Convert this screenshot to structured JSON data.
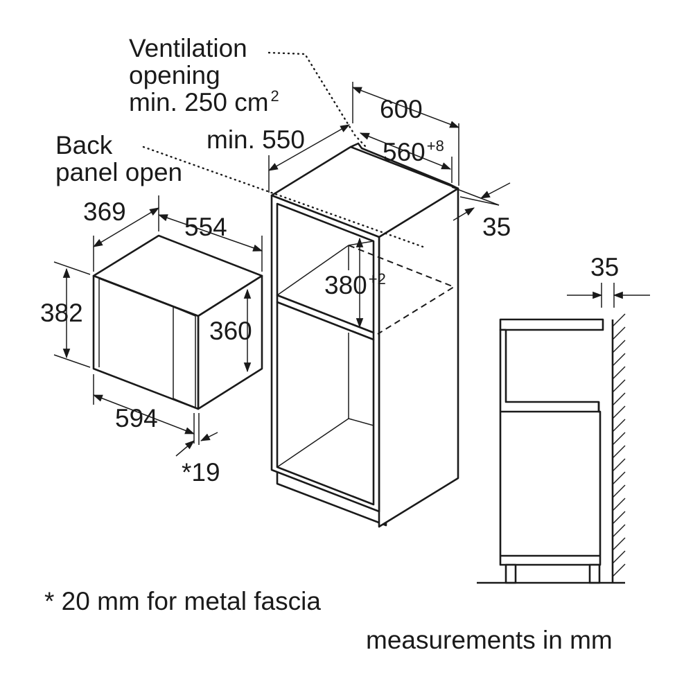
{
  "labels": {
    "ventilation_line1": "Ventilation",
    "ventilation_line2": "opening",
    "ventilation_line3": "min. 250 cm",
    "ventilation_sup": "2",
    "back_panel_line1": "Back",
    "back_panel_line2": "panel open",
    "min_depth": "min. 550",
    "width_600": "600",
    "inner_width": "560",
    "inner_width_tol": "+8",
    "side_35": "35",
    "niche_height": "380",
    "niche_height_tol": "+2",
    "depth_369": "369",
    "width_554": "554",
    "height_382": "382",
    "height_360": "360",
    "width_594": "594",
    "fascia_19": "*19",
    "wall_gap_35": "35",
    "footnote": "* 20 mm for metal fascia",
    "units_note": "measurements in mm"
  },
  "colors": {
    "line": "#1a1a1a",
    "background": "#ffffff"
  }
}
